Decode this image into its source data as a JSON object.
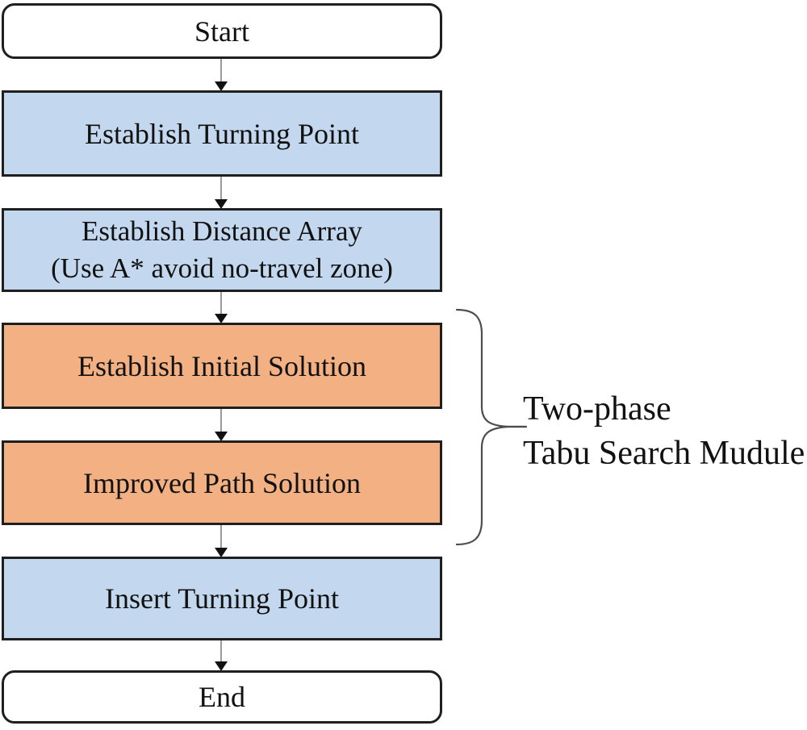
{
  "flowchart": {
    "nodes": {
      "start": {
        "label": "Start"
      },
      "establish_turning": {
        "label": "Establish Turning Point"
      },
      "distance_array": {
        "line1": "Establish Distance Array",
        "line2": "(Use A* avoid no-travel zone)"
      },
      "initial_solution": {
        "label": "Establish Initial Solution"
      },
      "improved_path": {
        "label": "Improved Path Solution"
      },
      "insert_turning": {
        "label": "Insert Turning Point"
      },
      "end": {
        "label": "End"
      }
    },
    "annotation": {
      "line1": "Two-phase",
      "line2": "Tabu Search Mudule"
    },
    "colors": {
      "process_blue": "#c3d8ee",
      "process_orange": "#f3b183",
      "terminal_fill": "#ffffff",
      "box_border": "#1f1f1f",
      "arrow_line": "#9a9a9a",
      "arrow_head": "#111111",
      "brace_stroke": "#4d4d4d",
      "text": "#111111"
    }
  }
}
